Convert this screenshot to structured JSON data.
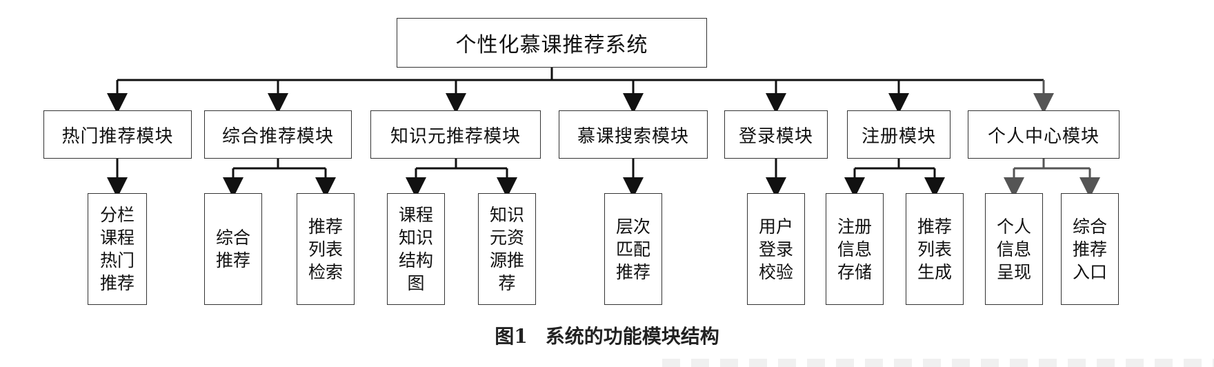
{
  "root": {
    "title": "个性化慕课推荐系统"
  },
  "modules": [
    {
      "title": "热门推荐模块",
      "children": [
        "分栏\n课程\n热门\n推荐"
      ]
    },
    {
      "title": "综合推荐模块",
      "children": [
        "综合\n推荐",
        "推荐\n列表\n检索"
      ]
    },
    {
      "title": "知识元推荐模块",
      "children": [
        "课程\n知识\n结构\n图",
        "知识\n元资\n源推\n荐"
      ]
    },
    {
      "title": "慕课搜索模块",
      "children": [
        "层次\n匹配\n推荐"
      ]
    },
    {
      "title": "登录模块",
      "children": [
        "用户\n登录\n校验"
      ]
    },
    {
      "title": "注册模块",
      "children": [
        "注册\n信息\n存储",
        "推荐\n列表\n生成"
      ]
    },
    {
      "title": "个人中心模块",
      "children": [
        "个人\n信息\n呈现",
        "综合\n推荐\n入口"
      ]
    }
  ],
  "caption": {
    "number": "图1",
    "text": "系统的功能模块结构"
  },
  "colors": {
    "line": "#111111",
    "line_gray": "#555555",
    "border": "#333333"
  }
}
